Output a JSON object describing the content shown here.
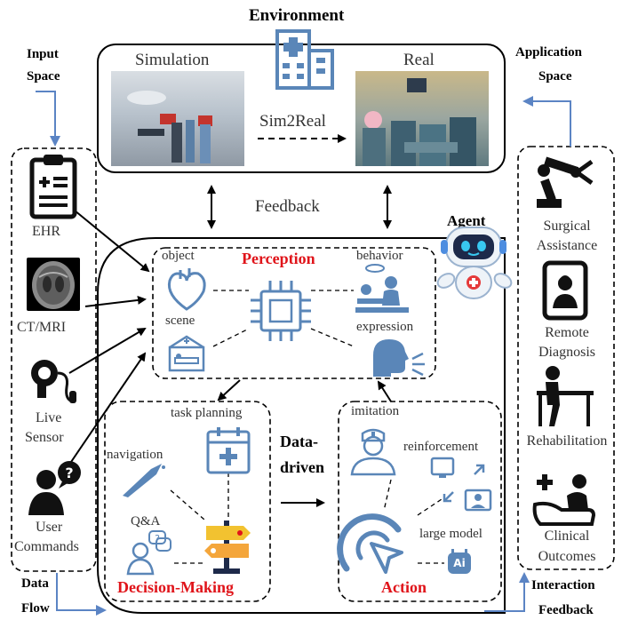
{
  "environment": {
    "title": "Environment",
    "simulation_label": "Simulation",
    "real_label": "Real",
    "sim2real_label": "Sim2Real"
  },
  "feedback_label": "Feedback",
  "input_space": {
    "title_line1": "Input",
    "title_line2": "Space",
    "items": [
      "EHR",
      "CT/MRI",
      "Live",
      "Sensor",
      "User",
      "Commands"
    ]
  },
  "data_flow": {
    "line1": "Data",
    "line2": "Flow"
  },
  "application_space": {
    "title_line1": "Application",
    "title_line2": "Space",
    "items": [
      "Surgical",
      "Assistance",
      "Remote",
      "Diagnosis",
      "Rehabilitation",
      "Clinical",
      "Outcomes"
    ]
  },
  "interaction_feedback": {
    "line1": "Interaction",
    "line2": "Feedback"
  },
  "agent": {
    "title": "Agent",
    "perception": {
      "title": "Perception",
      "object": "object",
      "scene": "scene",
      "behavior": "behavior",
      "expression": "expression"
    },
    "decision_making": {
      "title": "Decision-Making",
      "task_planning": "task planning",
      "navigation": "navigation",
      "qa": "Q&A"
    },
    "data_driven": {
      "line1": "Data-",
      "line2": "driven"
    },
    "action": {
      "title": "Action",
      "imitation": "imitation",
      "reinforcement": "reinforcement",
      "large_model": "large model",
      "ai_badge": "Ai"
    }
  },
  "colors": {
    "icon_blue": "#5a86b8",
    "title_red": "#e0141a",
    "arrow_blue": "#5b84c4"
  }
}
